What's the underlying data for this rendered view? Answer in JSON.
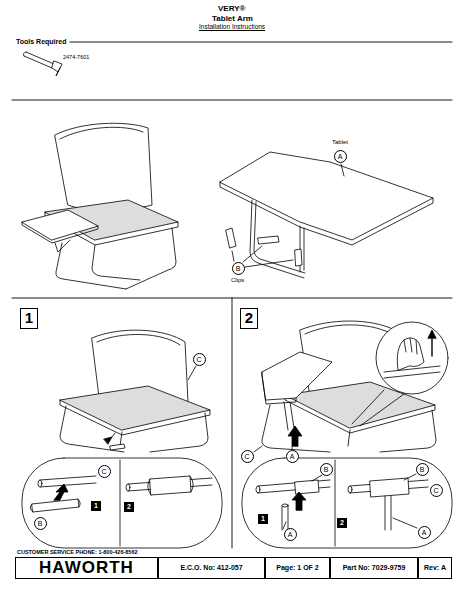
{
  "diagram": {
    "title": "VERY®",
    "nodes": [
      {
        "text": [
          "A"
        ]
      },
      {
        "text": [
          "B"
        ]
      },
      {
        "text": [
          "1"
        ]
      },
      {
        "text": [
          "C"
        ]
      },
      {
        "text": [
          "1"
        ]
      },
      {
        "text": [
          "C"
        ]
      },
      {
        "text": [
          "B"
        ]
      },
      {
        "text": [
          "2"
        ]
      },
      {
        "text": [
          "2"
        ]
      },
      {
        "text": [
          "C"
        ]
      },
      {
        "text": [
          "A"
        ]
      },
      {
        "text": [
          "B"
        ]
      },
      {
        "text": [
          "A"
        ]
      },
      {
        "text": [
          "1"
        ]
      },
      {
        "text": [
          "2"
        ]
      },
      {
        "text": [
          "B"
        ]
      },
      {
        "text": [
          "C"
        ]
      },
      {
        "text": [
          "A"
        ]
      },
      {
        "text": [
          "HAWORTH"
        ]
      },
      {
        "text": [
          "E.C.O. No: 412-057"
        ]
      },
      {
        "text": [
          "Page: 1 OF 2"
        ]
      },
      {
        "text": [
          "Part No: 7029-9759"
        ]
      },
      {
        "text": [
          "Rev: A"
        ]
      }
    ],
    "labels": [
      "Tablet Arm",
      "Installation Instructions",
      "Tools Required",
      "2474-7601",
      "Tablet",
      "Clips",
      "CUSTOMER SERVICE PHONE: 1-800-426-8562"
    ]
  }
}
